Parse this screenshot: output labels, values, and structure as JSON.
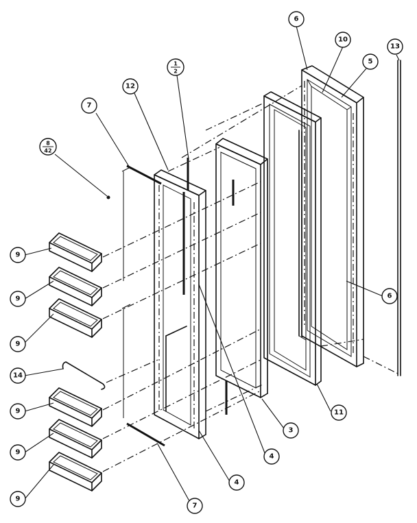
{
  "callouts": [
    {
      "id": "c-6-top",
      "label": "6"
    },
    {
      "id": "c-10",
      "label": "10"
    },
    {
      "id": "c-5",
      "label": "5"
    },
    {
      "id": "c-13",
      "label": "13"
    },
    {
      "id": "c-1-2",
      "numerator": "1",
      "denominator": "2"
    },
    {
      "id": "c-12",
      "label": "12"
    },
    {
      "id": "c-7-top",
      "label": "7"
    },
    {
      "id": "c-8-42",
      "numerator": "8",
      "denominator": "42"
    },
    {
      "id": "c-6-right",
      "label": "6"
    },
    {
      "id": "c-9-a",
      "label": "9"
    },
    {
      "id": "c-9-b",
      "label": "9"
    },
    {
      "id": "c-9-c",
      "label": "9"
    },
    {
      "id": "c-14",
      "label": "14"
    },
    {
      "id": "c-9-d",
      "label": "9"
    },
    {
      "id": "c-9-e",
      "label": "9"
    },
    {
      "id": "c-9-f",
      "label": "9"
    },
    {
      "id": "c-11",
      "label": "11"
    },
    {
      "id": "c-3",
      "label": "3"
    },
    {
      "id": "c-4-mid",
      "label": "4"
    },
    {
      "id": "c-4-bottom",
      "label": "4"
    },
    {
      "id": "c-7-bottom",
      "label": "7"
    }
  ]
}
